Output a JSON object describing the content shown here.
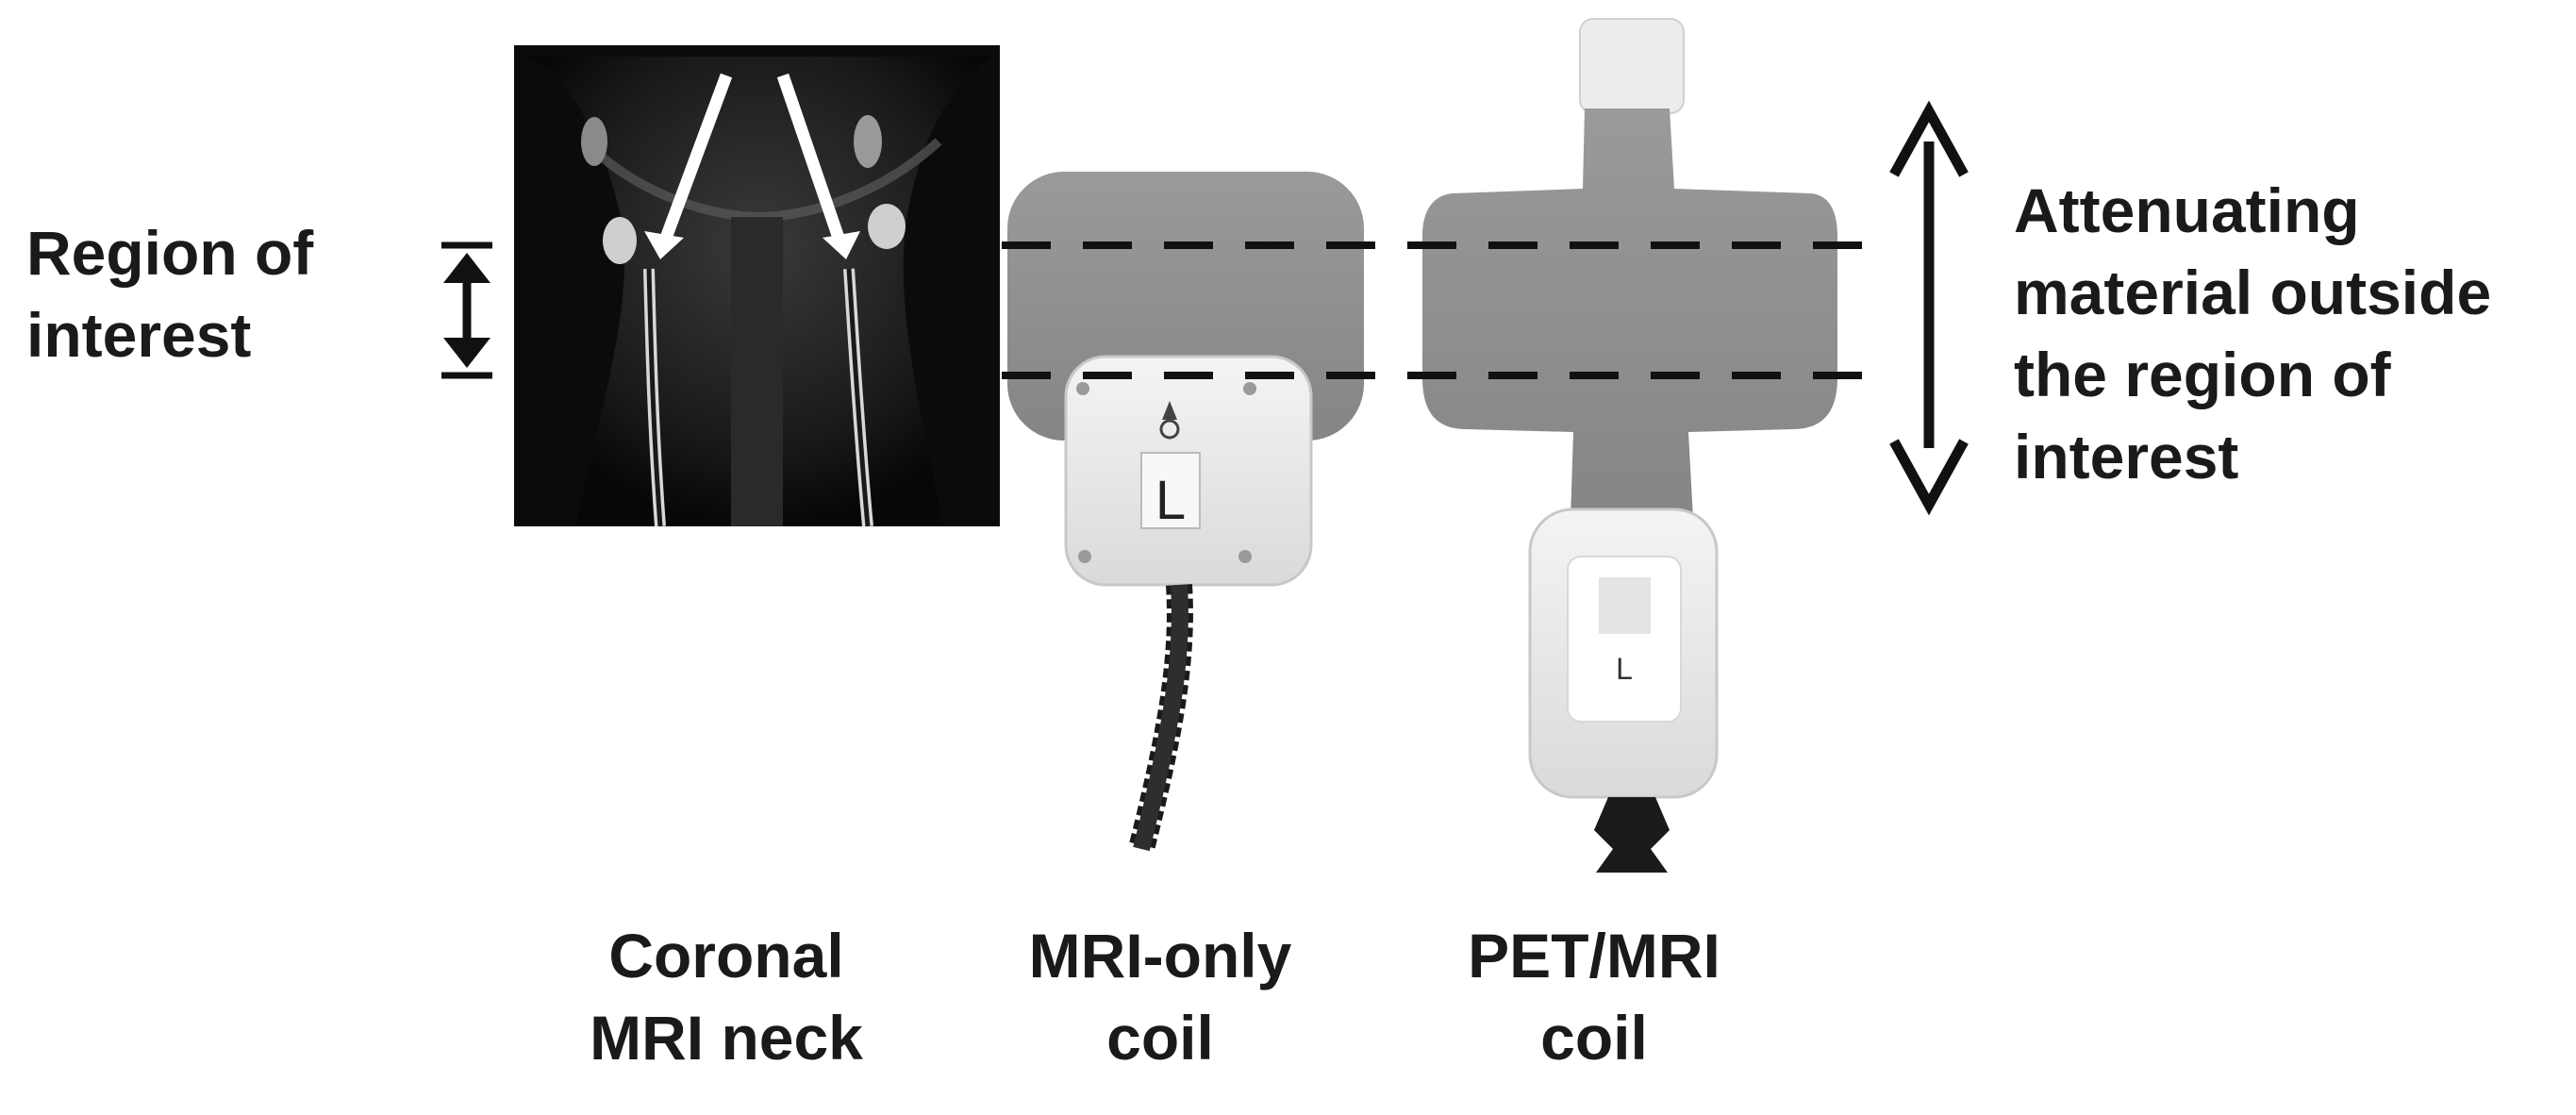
{
  "labels": {
    "region_of_interest": [
      "Region of",
      "interest"
    ],
    "attenuating": [
      "Attenuating",
      "material outside",
      "the region of",
      "interest"
    ],
    "coronal_mri": [
      "Coronal",
      "MRI neck"
    ],
    "mri_only_coil": [
      "MRI-only",
      "coil"
    ],
    "pet_mri_coil": [
      "PET/MRI",
      "coil"
    ]
  },
  "coil_marks": {
    "mri_only": "L",
    "pet_mri": "L"
  },
  "colors": {
    "text": "#1a1a1a",
    "coil_gray": "#8e8e8e",
    "coil_white": "#eeeeee",
    "mri_background": "#0b0b0b",
    "dashed_line": "#111111"
  }
}
